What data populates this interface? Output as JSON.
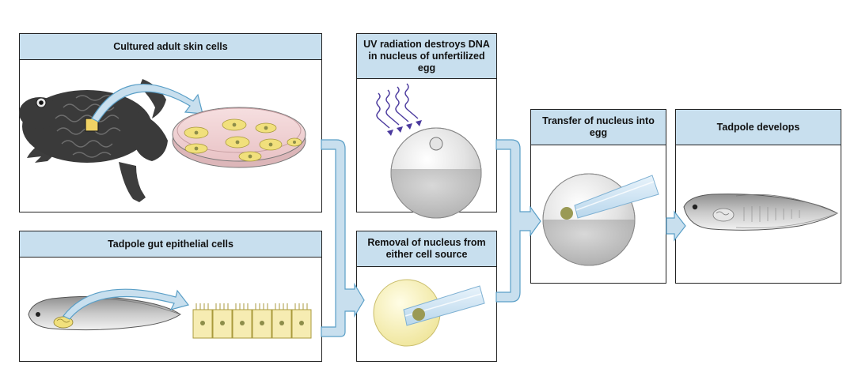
{
  "panels": {
    "skin_cells": {
      "title": "Cultured adult skin cells"
    },
    "gut_cells": {
      "title": "Tadpole gut epithelial cells"
    },
    "uv": {
      "title": "UV radiation destroys DNA in nucleus of unfertilized egg"
    },
    "removal": {
      "title": "Removal of nucleus from either cell source"
    },
    "transfer": {
      "title": "Transfer of nucleus into egg"
    },
    "tadpole": {
      "title": "Tadpole develops"
    }
  },
  "colors": {
    "header_fill": "#c8dfee",
    "arrow_fill": "#c8dfee",
    "arrow_stroke": "#5a9fc7",
    "nucleus_olive": "#9a9a55",
    "cell_yellow": "#f6ecb2",
    "uv_purple": "#4b3a9e"
  }
}
